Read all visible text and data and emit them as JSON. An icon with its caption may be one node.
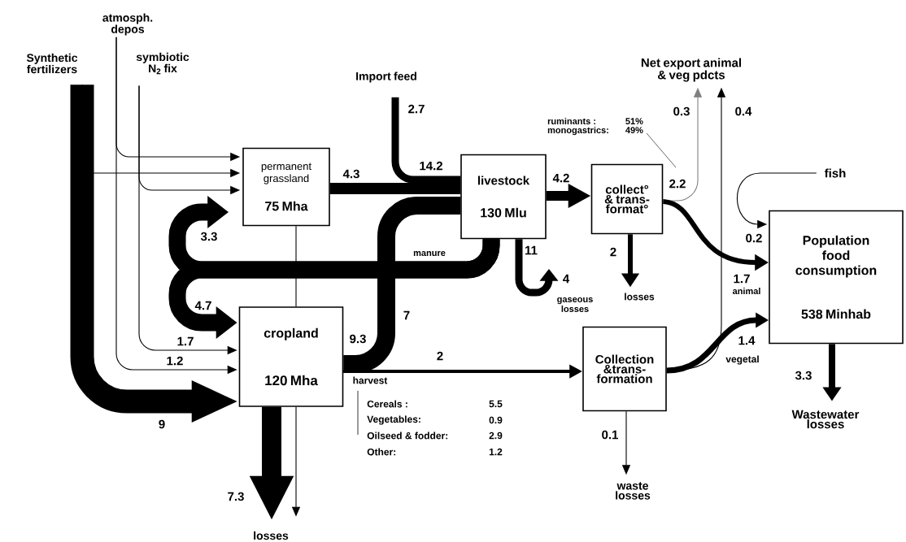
{
  "diagram": {
    "nodes": [
      {
        "text": [
          "Synthetic fertilizers"
        ]
      },
      {
        "text": [
          "atmosph. depos"
        ]
      },
      {
        "text": [
          "symbiotic N$_{2}$ fix"
        ]
      },
      {
        "text": [
          "Import feed"
        ]
      },
      {
        "text": [
          "permanent grassland",
          "75 Mha"
        ]
      },
      {
        "text": [
          "livestock",
          "130 Mlu"
        ]
      },
      {
        "text": [
          "collect° & trans- format°"
        ]
      },
      {
        "text": [
          "Net export animal & veg pdcts"
        ]
      },
      {
        "text": [
          "fish"
        ]
      },
      {
        "text": [
          "Population food consumption",
          "538 Minhab"
        ]
      },
      {
        "text": [
          "Collection &trans- formation"
        ]
      },
      {
        "text": [
          "cropland",
          "120 Mha"
        ]
      },
      {
        "text": [
          "losses"
        ]
      },
      {
        "text": [
          "gaseous losses"
        ]
      },
      {
        "text": [
          "losses"
        ]
      },
      {
        "text": [
          "waste losses"
        ]
      },
      {
        "text": [
          "Wastewater losses"
        ]
      },
      {
        "text": [
          "ruminants :",
          "51%",
          "monogastrics:",
          "49%"
        ]
      }
    ],
    "edges": [
      {
        "from": 0,
        "to": 4,
        "arrow": "to"
      },
      {
        "from": 1,
        "to": 4,
        "arrow": "to"
      },
      {
        "from": 2,
        "to": 4,
        "arrow": "to"
      },
      {
        "from": 0,
        "to": 11,
        "arrow": "to",
        "label": "9",
        "style": "thick"
      },
      {
        "from": 1,
        "to": 11,
        "arrow": "to",
        "label": "1.2"
      },
      {
        "from": 2,
        "to": 11,
        "arrow": "to",
        "label": "1.7"
      },
      {
        "from": 3,
        "to": 5,
        "arrow": "none",
        "label": "2.7",
        "style": "thick"
      },
      {
        "from": 4,
        "to": 5,
        "arrow": "none",
        "label": "4.3",
        "style": "thick"
      },
      {
        "from": 11,
        "to": 5,
        "arrow": "none",
        "label": "7",
        "style": "thick"
      },
      {
        "from": 5,
        "to": 4,
        "arrow": "to",
        "label": "3.3",
        "style": "thick"
      },
      {
        "from": 5,
        "to": 11,
        "arrow": "to",
        "label": "4.7",
        "style": "thick"
      },
      {
        "from": 5,
        "to": 13,
        "arrow": "to",
        "label": "4",
        "style": "thick"
      },
      {
        "from": 5,
        "to": 6,
        "arrow": "to",
        "label": "4.2",
        "style": "thick"
      },
      {
        "from": 6,
        "to": 7,
        "arrow": "to",
        "label": "0.3",
        "color": "#808080"
      },
      {
        "from": 6,
        "to": 9,
        "arrow": "to",
        "label": "1.7"
      },
      {
        "from": 6,
        "to": 14,
        "arrow": "to",
        "label": "2"
      },
      {
        "from": 8,
        "to": 9,
        "arrow": "to",
        "label": "0.2"
      },
      {
        "from": 11,
        "to": 10,
        "arrow": "to",
        "label": "2"
      },
      {
        "from": 10,
        "to": 9,
        "arrow": "to",
        "label": "1.4"
      },
      {
        "from": 10,
        "to": 7,
        "arrow": "to",
        "label": "0.4"
      },
      {
        "from": 10,
        "to": 15,
        "arrow": "to",
        "label": "0.1"
      },
      {
        "from": 9,
        "to": 16,
        "arrow": "to",
        "label": "3.3",
        "style": "thick"
      },
      {
        "from": 11,
        "to": 12,
        "arrow": "to",
        "label": "7.3",
        "style": "thick"
      },
      {
        "from": 11,
        "to": 12,
        "arrow": "to"
      },
      {
        "from": 4,
        "to": 11,
        "arrow": "none"
      },
      {
        "from": 17,
        "to": null,
        "arrow": "none"
      }
    ],
    "labels": [
      "14.2",
      "2.2",
      "manure",
      "11",
      "9.3",
      "harvest",
      "animal",
      "vegetal",
      "Cereals :",
      "5.5",
      "Vegetables:",
      "0.9",
      "Oilseed & fodder:",
      "2.9",
      "Other:",
      "1.2"
    ]
  }
}
